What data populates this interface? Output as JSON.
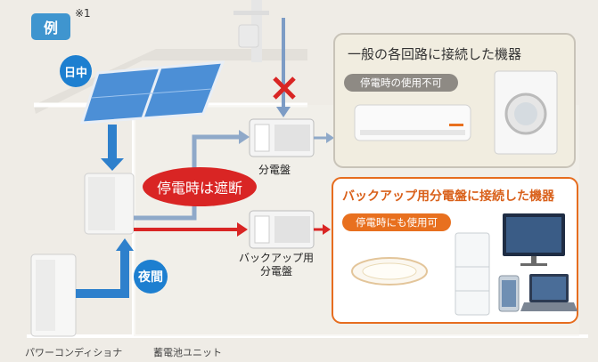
{
  "labels": {
    "example": "例",
    "footnote": "※1",
    "daytime": "日中",
    "nighttime": "夜間",
    "blackout_cutoff": "停電時は遮断",
    "distribution_board": "分電盤",
    "backup_board_line1": "バックアップ用",
    "backup_board_line2": "分電盤"
  },
  "top_box": {
    "title": "一般の各回路に接続した機器",
    "badge": "停電時の使用不可"
  },
  "bottom_box": {
    "title": "バックアップ用分電盤に接続した機器",
    "badge": "停電時にも使用可"
  },
  "captions": {
    "power_conditioner": "パワーコンディショナ",
    "battery_unit": "蓄電池ユニット"
  },
  "colors": {
    "accent_blue": "#1d7fd0",
    "alert_red": "#d92524",
    "backup_orange": "#e8701f",
    "disabled_gray": "#8e8a84"
  }
}
